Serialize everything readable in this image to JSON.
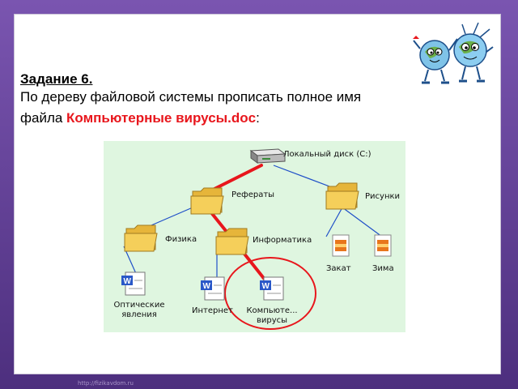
{
  "task": {
    "title": "Задание 6.",
    "line1": "По дереву файловой системы  прописать полное имя",
    "line2_prefix": "файла ",
    "filename": "Компьютерные вирусы.doc",
    "line2_suffix": ":"
  },
  "tree": {
    "root": "Локальный диск (C:)",
    "referaty": "Рефераты",
    "risunki": "Рисунки",
    "fizika": "Физика",
    "informatika": "Информатика",
    "zakat": "Закат",
    "zima": "Зима",
    "opt1": "Оптические",
    "opt2": "явления",
    "internet": "Интернет",
    "komp1": "Компьюте...",
    "komp2": "вирусы"
  },
  "footer": "http://fizikavdom.ru",
  "colors": {
    "path_highlight": "#e8161c",
    "tree_background": "#dff6e0",
    "tree_lines": "#1f4fc8",
    "folder": "#f5c84a"
  },
  "icons": [
    "hard-drive-icon",
    "folder-icon",
    "word-document-icon",
    "image-file-icon",
    "globe-mascots-icon"
  ]
}
